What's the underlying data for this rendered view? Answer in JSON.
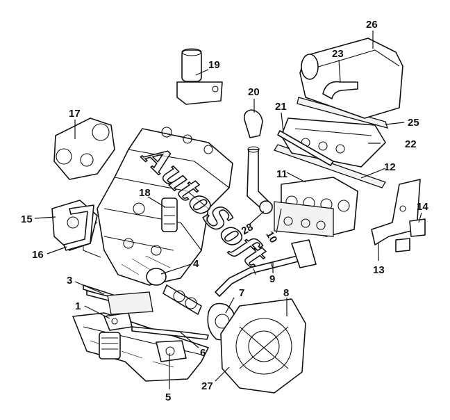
{
  "watermark": {
    "text": "AutoSoft"
  },
  "callouts": [
    {
      "id": "1",
      "label": "1"
    },
    {
      "id": "3",
      "label": "3"
    },
    {
      "id": "4",
      "label": "4"
    },
    {
      "id": "5",
      "label": "5"
    },
    {
      "id": "6",
      "label": "6"
    },
    {
      "id": "7",
      "label": "7"
    },
    {
      "id": "8",
      "label": "8"
    },
    {
      "id": "9",
      "label": "9"
    },
    {
      "id": "10",
      "label": "10"
    },
    {
      "id": "11",
      "label": "11"
    },
    {
      "id": "12",
      "label": "12"
    },
    {
      "id": "13",
      "label": "13"
    },
    {
      "id": "14",
      "label": "14"
    },
    {
      "id": "15",
      "label": "15"
    },
    {
      "id": "16",
      "label": "16"
    },
    {
      "id": "17",
      "label": "17"
    },
    {
      "id": "18",
      "label": "18"
    },
    {
      "id": "19",
      "label": "19"
    },
    {
      "id": "20",
      "label": "20"
    },
    {
      "id": "21",
      "label": "21"
    },
    {
      "id": "22",
      "label": "22"
    },
    {
      "id": "23",
      "label": "23"
    },
    {
      "id": "25",
      "label": "25"
    },
    {
      "id": "26",
      "label": "26"
    },
    {
      "id": "27",
      "label": "27"
    },
    {
      "id": "28",
      "label": "28"
    }
  ]
}
